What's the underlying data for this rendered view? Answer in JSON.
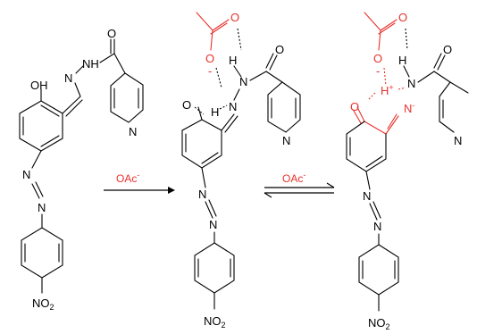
{
  "atoms": {
    "oh": "OH",
    "nh": "NH",
    "n": "N",
    "o": "O",
    "h": "H",
    "h_plus": "H",
    "no2_main": "NO",
    "no2_sub": "2",
    "minus": "-",
    "plus": "+"
  },
  "reagents": {
    "step1": "OAc",
    "step2": "OAc",
    "charge": "-"
  },
  "colors": {
    "bond": "#000000",
    "highlight": "#e8322d"
  }
}
